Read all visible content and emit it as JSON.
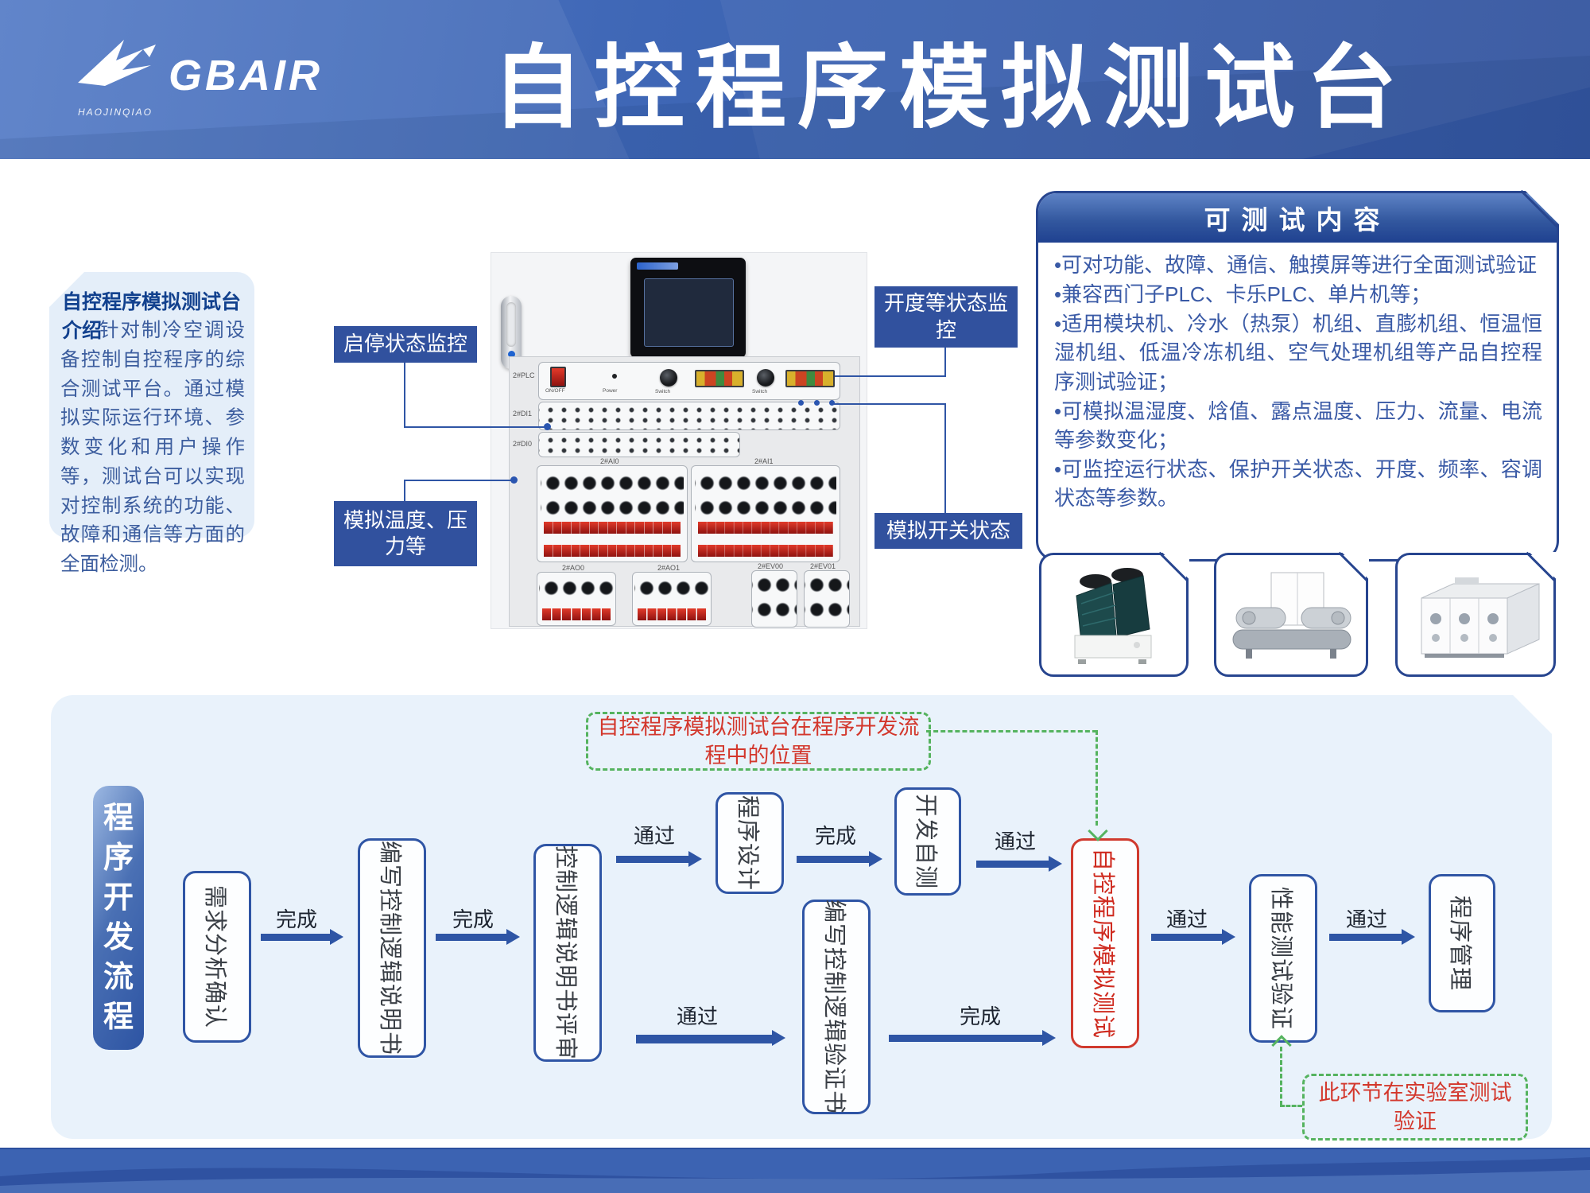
{
  "header": {
    "logo_text": "GBAIR",
    "logo_sub": "HAOJINQIAO",
    "title": "自控程序模拟测试台"
  },
  "intro": {
    "title": "自控程序模拟测试台介绍",
    "body": "针对制冷空调设备控制自控程序的综合测试平台。通过模拟实际运行环境、参数变化和用户操作等，测试台可以实现对控制系统的功能、故障和通信等方面的全面检测。"
  },
  "device": {
    "callouts": {
      "start_stop": "启停状态监控",
      "temp_pressure": "模拟温度、压力等",
      "opening_status": "开度等状态监控",
      "switch_status": "模拟开关状态"
    },
    "panel_groups": [
      "2#PLC",
      "2#DI1",
      "2#DI0",
      "2#AI0",
      "2#AI1",
      "2#AO0",
      "2#AO1",
      "2#EV00",
      "2#EV01"
    ],
    "plc_labels": [
      "ON/OFF",
      "Power",
      "Switch",
      "Switch"
    ]
  },
  "testable": {
    "title": "可测试内容",
    "bullets": [
      "•可对功能、故障、通信、触摸屏等进行全面测试验证",
      "•兼容西门子PLC、卡乐PLC、单片机等；",
      "•适用模块机、冷水（热泵）机组、直膨机组、恒温恒湿机组、低温冷冻机组、空气处理机组等产品自控程序测试验证；",
      "•可模拟温湿度、焓值、露点温度、压力、流量、电流等参数变化；",
      "•可监控运行状态、保护开关状态、开度、频率、容调状态等参数。"
    ]
  },
  "products": [
    {
      "icon": "air-cooled-modular-chiller-photo"
    },
    {
      "icon": "water-cooled-screw-chiller-photo"
    },
    {
      "icon": "air-handling-unit-photo"
    }
  ],
  "flow": {
    "ribbon": "程序开发流程",
    "position_note": "自控程序模拟测试台在程序开发流程中的位置",
    "lab_note": "此环节在实验室测试验证",
    "nodes": [
      {
        "label": "需求分析确认"
      },
      {
        "label": "编写控制逻辑说明书"
      },
      {
        "label": "控制逻辑说明书评审"
      },
      {
        "label": "程序设计"
      },
      {
        "label": "开发自测"
      },
      {
        "label": "编写控制逻辑验证书"
      },
      {
        "label": "自控程序模拟测试"
      },
      {
        "label": "性能测试验证"
      },
      {
        "label": "程序管理"
      }
    ],
    "arrows": [
      {
        "label": "完成"
      },
      {
        "label": "完成"
      },
      {
        "label": "通过"
      },
      {
        "label": "完成"
      },
      {
        "label": "通过"
      },
      {
        "label": "通过"
      },
      {
        "label": "完成"
      },
      {
        "label": "通过"
      },
      {
        "label": "通过"
      }
    ]
  }
}
